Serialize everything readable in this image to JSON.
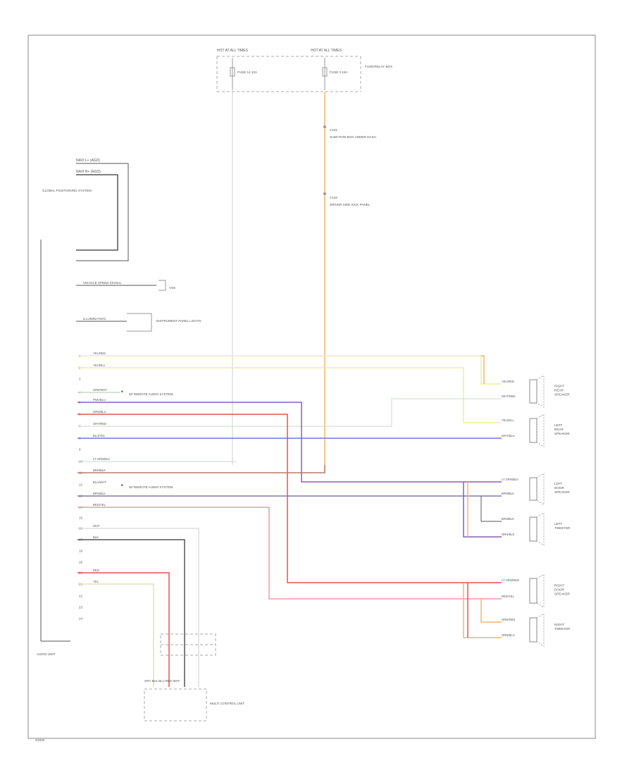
{
  "header": {
    "hot_at_all_times_1": "HOT AT ALL TIMES",
    "hot_at_all_times_2": "HOT AT ALL TIMES",
    "fuse_1": "FUSE 14 10A",
    "fuse_2": "FUSE 3 15A",
    "fuse_box_label": "FUSE/RELAY BOX"
  },
  "splices": {
    "s1": "C101",
    "s2": "C102",
    "s1_text": "JUNCTION BOX UNDER DASH",
    "s2_text": "DRIVER SIDE KICK PANEL"
  },
  "left": {
    "nav_system_label": "GLOBAL POSITIONING SYSTEM",
    "nav_lines": [
      "NAVI L+ (AGD)",
      "NAVI R+ (AGD)"
    ],
    "vehicle_speed_line": "VEHICLE SPEED SIGNAL",
    "vehicle_speed_label": "VSS",
    "ill_line": "ILLUMINATION",
    "ill_label": "INSTRUMENT PANEL LIGHTS",
    "audio_unit_label": "AUDIO UNIT"
  },
  "wires": [
    {
      "pin": "1",
      "label": "YEL/RED"
    },
    {
      "pin": "2",
      "label": "YEL/BLU"
    },
    {
      "pin": "3",
      "label": ""
    },
    {
      "pin": "4",
      "label": "GRN/WHT"
    },
    {
      "pin": "5",
      "label": "PNK/BLU"
    },
    {
      "pin": "6",
      "label": "ORN/BLU"
    },
    {
      "pin": "7",
      "label": "GRY/RED"
    },
    {
      "pin": "8",
      "label": "BLU/YEL"
    },
    {
      "pin": "9",
      "label": ""
    },
    {
      "pin": "10",
      "label": "LT GRN/BLK"
    },
    {
      "pin": "11",
      "label": "BRN/BLK"
    },
    {
      "pin": "12",
      "label": "BLU/WHT"
    },
    {
      "pin": "13",
      "label": "BRN/BLK"
    },
    {
      "pin": "14",
      "label": "RED/YEL"
    },
    {
      "pin": "15",
      "label": ""
    },
    {
      "pin": "16",
      "label": "WHT"
    },
    {
      "pin": "17",
      "label": "BLK"
    },
    {
      "pin": "18",
      "label": ""
    },
    {
      "pin": "19",
      "label": ""
    },
    {
      "pin": "20",
      "label": "RED"
    },
    {
      "pin": "21",
      "label": "YEL"
    },
    {
      "pin": "22",
      "label": ""
    },
    {
      "pin": "23",
      "label": ""
    },
    {
      "pin": "24",
      "label": ""
    }
  ],
  "notes": {
    "note1": "W/ REMOTE AUDIO SYSTEM",
    "note2": "W/ REMOTE AUDIO SYSTEM"
  },
  "speakers": [
    {
      "label": "RIGHT REAR SPEAKER",
      "w1": "YEL/RED",
      "w2": "WHT/RED"
    },
    {
      "label": "LEFT REAR SPEAKER",
      "w1": "YEL/BLU",
      "w2": "WHT/BLU"
    },
    {
      "label": "LEFT DOOR SPEAKER",
      "w1": "LT GRN/BLK",
      "w2": "BRN/BLK"
    },
    {
      "label": "LEFT TWEETER",
      "w1": "BRN/BLK",
      "w2": "ORN/BLK"
    },
    {
      "label": "RIGHT DOOR SPEAKER",
      "w1": "LT GRN/RED",
      "w2": "RED/YEL"
    },
    {
      "label": "RIGHT TWEETER",
      "w1": "ORN/RED",
      "w2": "ORN/BLU"
    }
  ],
  "bottom": {
    "multiplex_label": "MULTI CONTROL UNIT",
    "connector_pins": "GRY  BLK  BLU  RED  WHT",
    "footer_code": "G2020"
  },
  "colors": {
    "yellow": "#f2ee9a",
    "orange": "#f7b46a",
    "red": "#ef4e4e",
    "pink": "#f39aa9",
    "purple": "#8a5fb3",
    "blue": "#6b73e8",
    "slate": "#7b7ea6",
    "brown": "#b77a68",
    "green": "#c9dcc7",
    "tan": "#e6e1b3",
    "black": "#555555"
  }
}
